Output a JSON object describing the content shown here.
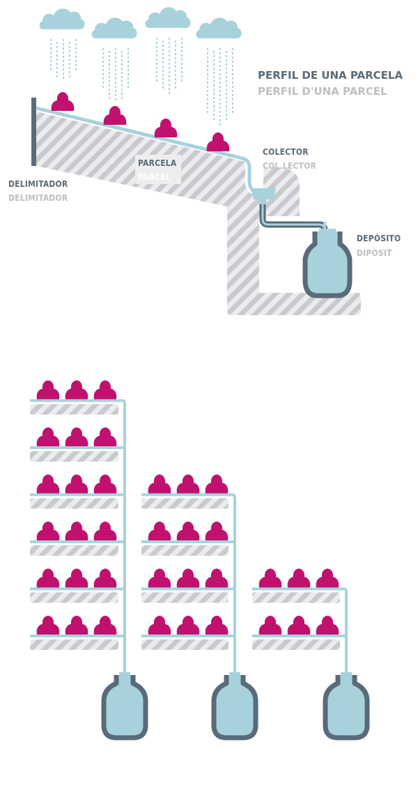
{
  "title": {
    "line1": "PERFIL DE UNA PARCELA",
    "line2": "PERFIL D'UNA PARCEL"
  },
  "labels": {
    "delimitador": {
      "es": "DELIMITADOR",
      "ca": "DELIMITADOR"
    },
    "parcela": {
      "es": "PARCELA",
      "ca": "PARCEL"
    },
    "colector": {
      "es": "COLECTOR",
      "ca": "COL.LECTOR"
    },
    "deposito": {
      "es": "DEPÓSITO",
      "ca": "DIPÒSIT"
    }
  },
  "towers": [
    {
      "levels": 6,
      "plants_per_level": 3
    },
    {
      "levels": 4,
      "plants_per_level": 3
    },
    {
      "levels": 2,
      "plants_per_level": 3
    }
  ],
  "colors": {
    "dark_slate": "#5a6a78",
    "light_gray": "#bdbfc2",
    "water_blue": "#a7d2dc",
    "plant_magenta": "#c0116f",
    "hatch_gray": "#c9cbcf",
    "hatch_bg": "#eaebec"
  }
}
